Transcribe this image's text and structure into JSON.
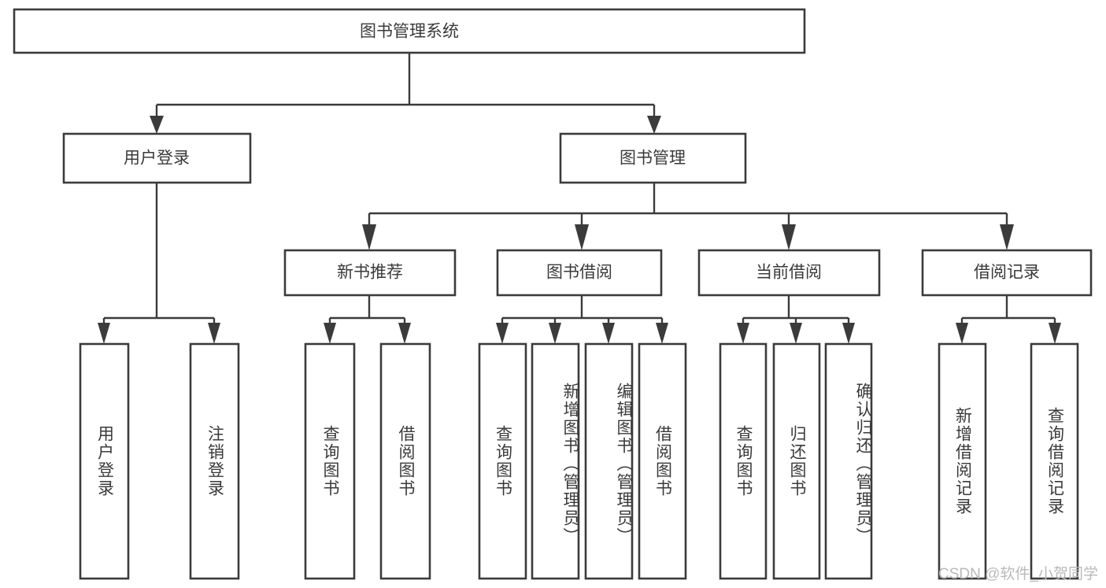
{
  "diagram": {
    "title": "图书管理系统",
    "watermark": "CSDN @软件_小贺同学",
    "colors": {
      "stroke": "#3b3b3b",
      "text": "#3a3a3a",
      "background": "#ffffff",
      "watermark": "#b9b9b9"
    },
    "root": {
      "label": "图书管理系统"
    },
    "level2": [
      {
        "label": "用户登录"
      },
      {
        "label": "图书管理"
      }
    ],
    "level3": [
      {
        "label": "新书推荐"
      },
      {
        "label": "图书借阅"
      },
      {
        "label": "当前借阅"
      },
      {
        "label": "借阅记录"
      }
    ],
    "leaves": {
      "user_login": [
        {
          "label": "用户登录"
        },
        {
          "label": "注销登录"
        }
      ],
      "new_book_recommend": [
        {
          "label": "查询图书"
        },
        {
          "label": "借阅图书"
        }
      ],
      "book_borrow": [
        {
          "label": "查询图书"
        },
        {
          "label": "新增图书（管理员）"
        },
        {
          "label": "编辑图书（管理员）"
        },
        {
          "label": "借阅图书"
        }
      ],
      "current_borrow": [
        {
          "label": "查询图书"
        },
        {
          "label": "归还图书"
        },
        {
          "label": "确认归还（管理员）"
        }
      ],
      "borrow_record": [
        {
          "label": "新增借阅记录"
        },
        {
          "label": "查询借阅记录"
        }
      ]
    }
  }
}
